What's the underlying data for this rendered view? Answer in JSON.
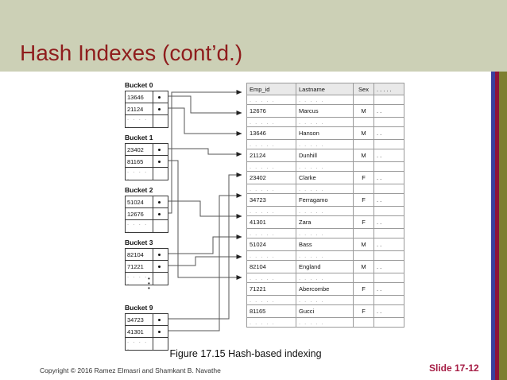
{
  "slide": {
    "title": "Hash Indexes (cont’d.)",
    "figure_caption": "Figure 17.15 Hash-based indexing",
    "copyright": "Copyright © 2016 Ramez Elmasri and Shamkant B. Navathe",
    "slide_number": "Slide 17-12",
    "colors": {
      "header_band": "#ccd0b6",
      "title_text": "#8f1d1d",
      "slide_number_text": "#a61d45",
      "stripe_blue": "#3b3f9e",
      "stripe_maroon": "#8f1338",
      "stripe_olive": "#7d7f30"
    }
  },
  "diagram": {
    "ellipsis_dots": [
      "•",
      "•",
      "•"
    ],
    "row_ellipsis": ". . . . .",
    "buckets": [
      {
        "label": "Bucket 0",
        "entries": [
          "13646",
          "21124"
        ]
      },
      {
        "label": "Bucket 1",
        "entries": [
          "23402",
          "81165"
        ]
      },
      {
        "label": "Bucket 2",
        "entries": [
          "51024",
          "12676"
        ]
      },
      {
        "label": "Bucket 3",
        "entries": [
          "82104",
          "71221"
        ]
      },
      {
        "label": "Bucket 9",
        "entries": [
          "34723",
          "41301"
        ]
      }
    ],
    "table": {
      "headers": [
        "Emp_id",
        "Lastname",
        "Sex",
        ". . . . ."
      ],
      "etc_value": ". .",
      "rows": [
        {
          "emp_id": "12676",
          "lastname": "Marcus",
          "sex": "M"
        },
        {
          "emp_id": "13646",
          "lastname": "Hanson",
          "sex": "M"
        },
        {
          "emp_id": "21124",
          "lastname": "Dunhill",
          "sex": "M"
        },
        {
          "emp_id": "23402",
          "lastname": "Clarke",
          "sex": "F"
        },
        {
          "emp_id": "34723",
          "lastname": "Ferragamo",
          "sex": "F"
        },
        {
          "emp_id": "41301",
          "lastname": "Zara",
          "sex": "F"
        },
        {
          "emp_id": "51024",
          "lastname": "Bass",
          "sex": "M"
        },
        {
          "emp_id": "82104",
          "lastname": "England",
          "sex": "M"
        },
        {
          "emp_id": "71221",
          "lastname": "Abercombe",
          "sex": "F"
        },
        {
          "emp_id": "81165",
          "lastname": "Gucci",
          "sex": "F"
        }
      ]
    }
  }
}
